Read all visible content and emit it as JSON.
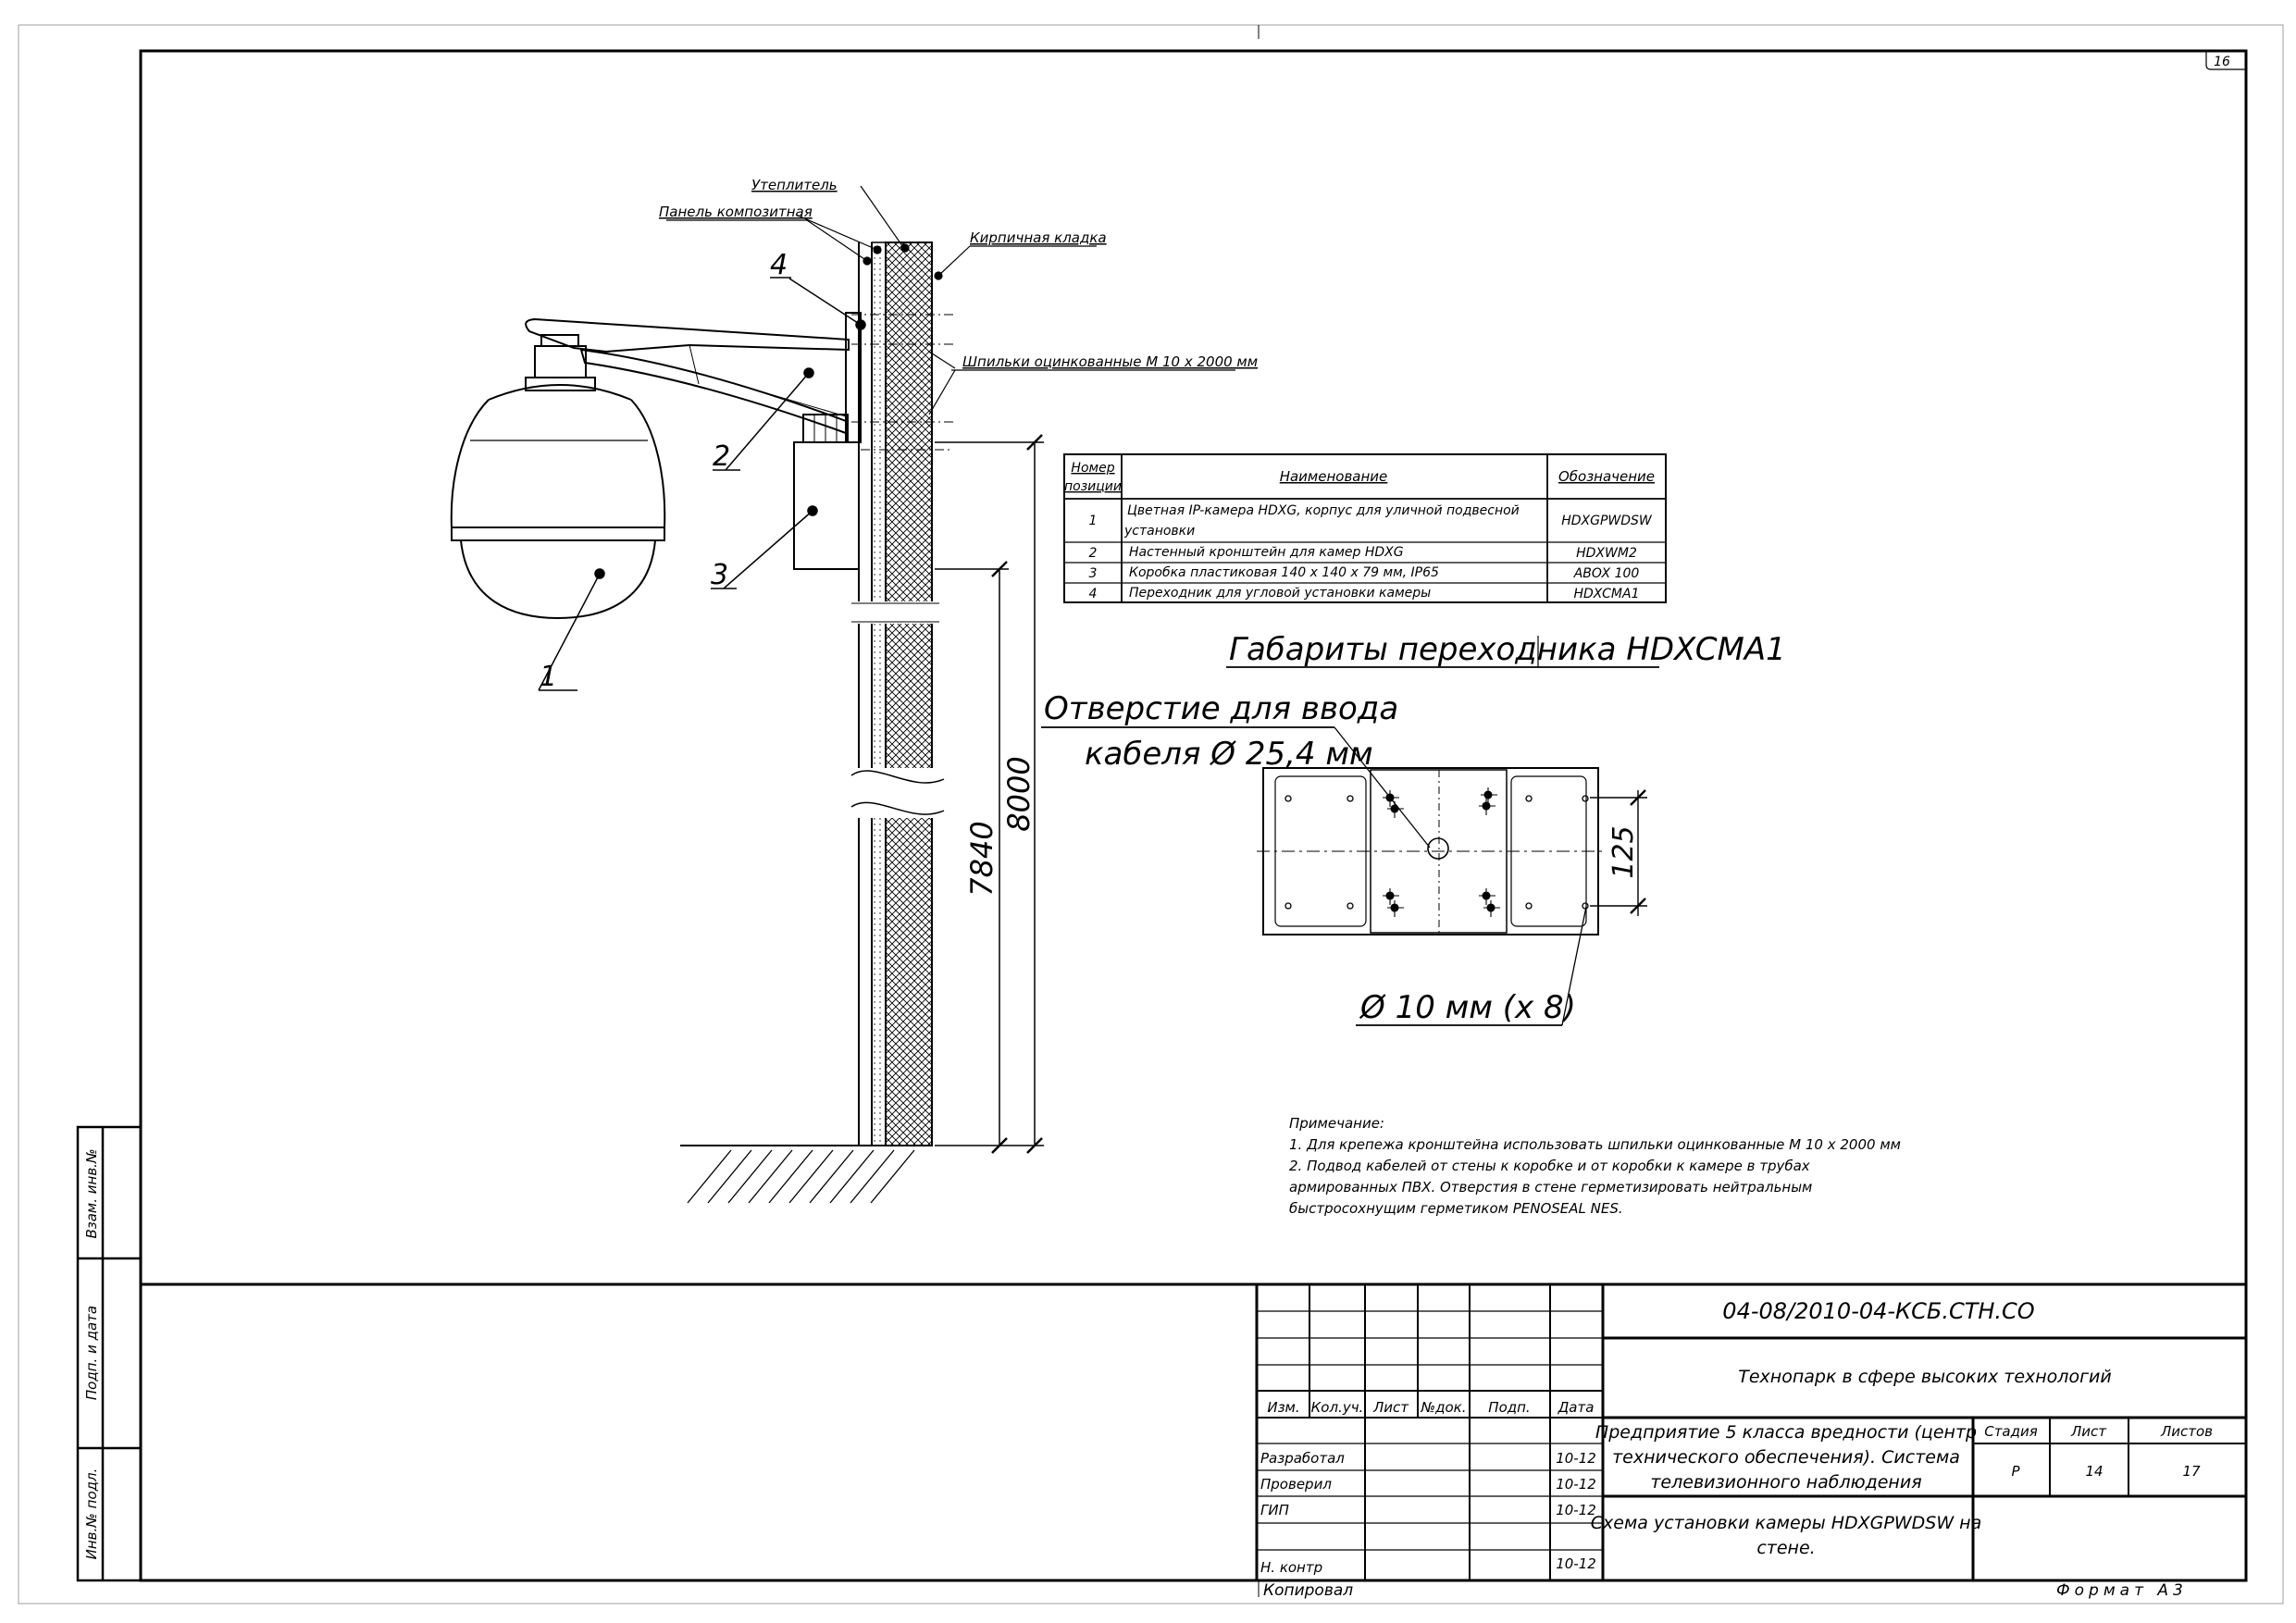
{
  "sheet": {
    "number": "16",
    "side_stamps": [
      "Взам. инв.№",
      "Подп. и дата",
      "Инв.№ подл."
    ],
    "copied_label": "Копировал",
    "format_label": "Формат А3"
  },
  "drawing": {
    "wall_labels": {
      "insulation": "Утеплитель",
      "composite_panel": "Панель композитная",
      "brick_masonry": "Кирпичная кладка",
      "studs": "Шпильки оцинкованные М 10 х 2000 мм"
    },
    "position_numbers": [
      "1",
      "2",
      "3",
      "4"
    ],
    "dimensions": {
      "total_height": "8000",
      "box_height": "7840",
      "adapter_width": "125"
    },
    "adapter_title": "Габариты переходника HDXCMA1",
    "cable_hole_line1": "Отверстие для ввода",
    "cable_hole_line2": "кабеля  Ø 25,4  мм",
    "mount_holes": "Ø 10  мм  (х 8)"
  },
  "spec_table": {
    "header_pos": "Номер позиции",
    "header_pos_line1": "Номер",
    "header_pos_line2": "позиции",
    "header_name": "Наименование",
    "header_code": "Обозначение",
    "rows": [
      {
        "pos": "1",
        "name": "Цветная IP-камера HDXG, корпус для уличной подвесной установки",
        "name_line1": "Цветная IP-камера HDXG, корпус для уличной подвесной",
        "name_line2": "установки",
        "code": "HDXGPWDSW"
      },
      {
        "pos": "2",
        "name": "Настенный кронштейн для камер HDXG",
        "code": "HDXWM2"
      },
      {
        "pos": "3",
        "name": "Коробка пластиковая 140 х 140 х 79 мм, IP65",
        "code": "ABOX 100"
      },
      {
        "pos": "4",
        "name": "Переходник для угловой установки камеры",
        "code": "HDXCMA1"
      }
    ]
  },
  "notes": {
    "title": "Примечание:",
    "lines": [
      "1. Для крепежа кронштейна использовать шпильки оцинкованные М 10 х 2000 мм",
      "2. Подвод кабелей от стены к коробке и от коробки к камере в трубах",
      "армированных ПВХ. Отверстия в стене герметизировать нейтральным",
      "быстросохнущим герметиком PENOSEAL NES."
    ]
  },
  "title_block": {
    "doc_code": "04-08/2010-04-КСБ.СТН.СО",
    "project": "Технопарк в сфере высоких технологий",
    "col_headers": [
      "Изм.",
      "Кол.уч.",
      "Лист",
      "№док.",
      "Подп.",
      "Дата"
    ],
    "sign_rows": [
      {
        "role": "Разработал",
        "date": "10-12"
      },
      {
        "role": "Проверил",
        "date": "10-12"
      },
      {
        "role": "ГИП",
        "date": "10-12"
      },
      {
        "role": "",
        "date": ""
      },
      {
        "role": "Н. контр",
        "date": "10-12"
      }
    ],
    "object_name_lines": [
      "Предприятие 5 класса вредности (центр",
      "технического обеспечения). Система",
      "телевизионного наблюдения"
    ],
    "sheet_name_lines": [
      "Схема установки камеры HDXGPWDSW на",
      "стене."
    ],
    "stage_label": "Стадия",
    "sheet_label": "Лист",
    "sheets_label": "Листов",
    "stage": "Р",
    "sheet": "14",
    "sheets": "17"
  }
}
